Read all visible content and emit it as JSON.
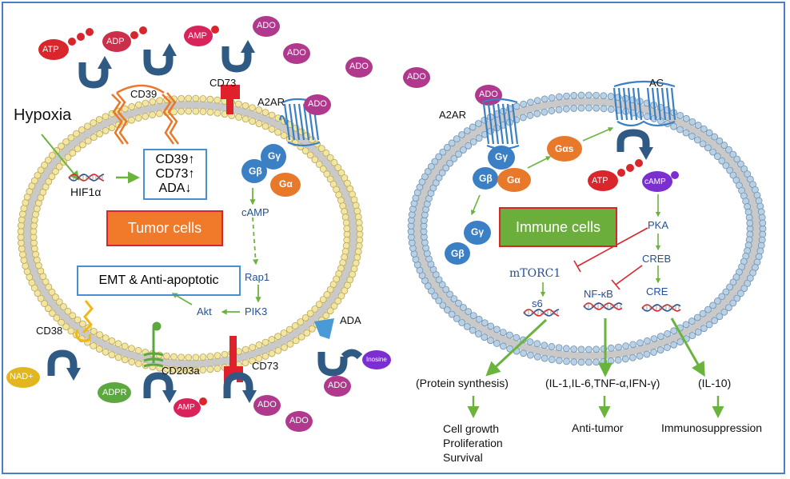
{
  "colors": {
    "membrane_tumor": "#e6d27a",
    "membrane_immune": "#9fbfd9",
    "arrow_green": "#6ab43e",
    "inhibit_red": "#d8262c",
    "u_arrow": "#2f5a83",
    "ado": "#b0388d",
    "atp": "#d8262c",
    "adp": "#cc2f4a",
    "amp": "#d8245a",
    "g_protein_blue": "#3b7fc4",
    "g_protein_orange": "#e8782a",
    "tumor_box": "#f07a2a",
    "immune_box": "#6cae3c",
    "nad": "#e2b61e",
    "adpr": "#5ba83e",
    "inosine": "#7b2fd0"
  },
  "left": {
    "molecules": {
      "atp": "ATP",
      "adp": "ADP",
      "amp": "AMP",
      "ado": "ADO",
      "nad": "NAD+",
      "adpr": "ADPR",
      "inosine": "Inosine"
    },
    "enzymes": {
      "cd39": "CD39",
      "cd73_top": "CD73",
      "a2ar": "A2AR",
      "cd38": "CD38",
      "cd203a": "CD203a",
      "cd73_bottom": "CD73",
      "ada": "ADA"
    },
    "hypoxia": "Hypoxia",
    "hif1a": "HIF1α",
    "regulation": [
      "CD39↑",
      "CD73↑",
      "ADA↓"
    ],
    "g_gamma": "Gγ",
    "g_beta": "Gβ",
    "g_alpha": "Gα",
    "camp": "cAMP",
    "rap1": "Rap1",
    "pik3": "PIK3",
    "akt": "Akt",
    "emt": "EMT &  Anti-apoptotic",
    "cell_label": "Tumor cells"
  },
  "right": {
    "ado": "ADO",
    "a2ar": "A2AR",
    "ac": "AC",
    "g_gamma": "Gγ",
    "g_beta": "Gβ",
    "g_alpha": "Gα",
    "g_alpha_s": "Gαs",
    "g_gamma_2": "Gγ",
    "g_beta_2": "Gβ",
    "atp": "ATP",
    "camp": "cAMP",
    "pka": "PKA",
    "creb": "CREB",
    "cre": "CRE",
    "mtorc1": "mTORC1",
    "s6": "s6",
    "nfkb": "NF-κB",
    "cell_label": "Immune cells",
    "outputs": {
      "protein_synthesis": "(Protein synthesis)",
      "cytokines": "(IL-1,IL-6,TNF-α,IFN-γ)",
      "il10": "(IL-10)",
      "growth": [
        "Cell growth",
        "Proliferation",
        "Survival"
      ],
      "anti_tumor": "Anti-tumor",
      "immunosuppression": "Immunosuppression"
    }
  }
}
